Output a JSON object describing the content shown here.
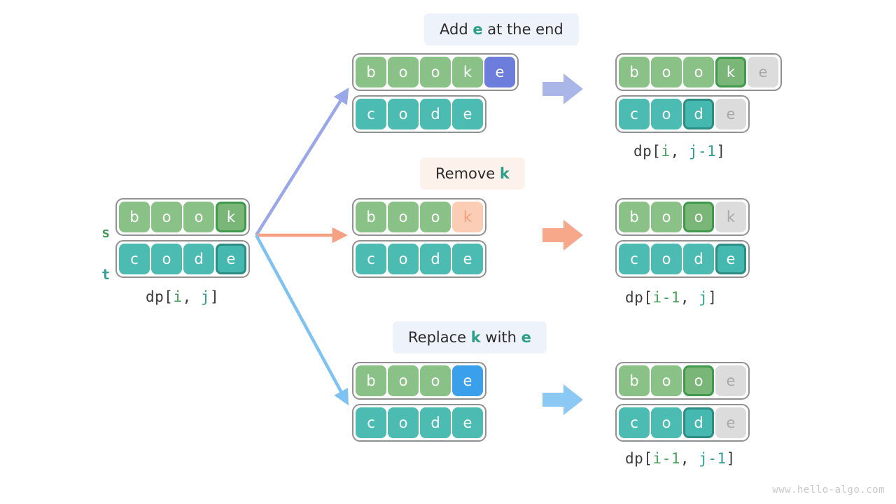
{
  "watermark": "www.hello-algo.com",
  "colors": {
    "green": "#8ac186",
    "green_highlight_border": "#3f9a4e",
    "teal": "#4cbbb2",
    "teal_highlight_border": "#2d8d84",
    "grey": "#dcdcdc",
    "indigo": "#6c7ddb",
    "blue": "#3ba0ec",
    "salmon": "#fbcdb5",
    "arrow_purple": "#9aa7e8",
    "arrow_salmon": "#f5a183",
    "arrow_blue": "#7dc2f2",
    "accent_green_text": "#46a05a",
    "accent_teal_text": "#2e9e93"
  },
  "source": {
    "label_s": "s",
    "label_t": "t",
    "equals": "=",
    "row_s": [
      {
        "char": "b",
        "style": "green"
      },
      {
        "char": "o",
        "style": "green"
      },
      {
        "char": "o",
        "style": "green"
      },
      {
        "char": "k",
        "style": "green-hl"
      }
    ],
    "row_t": [
      {
        "char": "c",
        "style": "teal"
      },
      {
        "char": "o",
        "style": "teal"
      },
      {
        "char": "d",
        "style": "teal"
      },
      {
        "char": "e",
        "style": "teal-hl"
      }
    ],
    "caption": {
      "prefix": "dp[",
      "i": "i",
      "sep": ", ",
      "j": "j",
      "suffix": "]"
    }
  },
  "branches": [
    {
      "id": "insert",
      "operation": {
        "before": "Add ",
        "hl1": "e",
        "middle": " at the end",
        "hl2": "",
        "after": ""
      },
      "operation_text": "Add e at the end",
      "pill_style": "bluebg",
      "arrow_color": "#9aa7e8",
      "block_arrow_color": "#aab6e8",
      "mid_row_s": [
        {
          "char": "b",
          "style": "green"
        },
        {
          "char": "o",
          "style": "green"
        },
        {
          "char": "o",
          "style": "green"
        },
        {
          "char": "k",
          "style": "green"
        },
        {
          "char": "e",
          "style": "indigo"
        }
      ],
      "mid_row_t": [
        {
          "char": "c",
          "style": "teal"
        },
        {
          "char": "o",
          "style": "teal"
        },
        {
          "char": "d",
          "style": "teal"
        },
        {
          "char": "e",
          "style": "teal"
        }
      ],
      "res_row_s": [
        {
          "char": "b",
          "style": "green"
        },
        {
          "char": "o",
          "style": "green"
        },
        {
          "char": "o",
          "style": "green"
        },
        {
          "char": "k",
          "style": "green-hl"
        },
        {
          "char": "e",
          "style": "grey"
        }
      ],
      "res_row_t": [
        {
          "char": "c",
          "style": "teal"
        },
        {
          "char": "o",
          "style": "teal"
        },
        {
          "char": "d",
          "style": "teal-hl"
        },
        {
          "char": "e",
          "style": "grey"
        }
      ],
      "caption": {
        "prefix": "dp[",
        "i": "i",
        "sep": ", ",
        "j": "j-1",
        "suffix": "]"
      }
    },
    {
      "id": "delete",
      "operation": {
        "before": "Remove ",
        "hl1": "k",
        "middle": "",
        "hl2": "",
        "after": ""
      },
      "operation_text": "Remove k",
      "pill_style": "peachbg",
      "arrow_color": "#f5a183",
      "block_arrow_color": "#f7a88b",
      "mid_row_s": [
        {
          "char": "b",
          "style": "green"
        },
        {
          "char": "o",
          "style": "green"
        },
        {
          "char": "o",
          "style": "green"
        },
        {
          "char": "k",
          "style": "salmon"
        }
      ],
      "mid_row_t": [
        {
          "char": "c",
          "style": "teal"
        },
        {
          "char": "o",
          "style": "teal"
        },
        {
          "char": "d",
          "style": "teal"
        },
        {
          "char": "e",
          "style": "teal"
        }
      ],
      "res_row_s": [
        {
          "char": "b",
          "style": "green"
        },
        {
          "char": "o",
          "style": "green"
        },
        {
          "char": "o",
          "style": "green-hl"
        },
        {
          "char": "k",
          "style": "grey"
        }
      ],
      "res_row_t": [
        {
          "char": "c",
          "style": "teal"
        },
        {
          "char": "o",
          "style": "teal"
        },
        {
          "char": "d",
          "style": "teal"
        },
        {
          "char": "e",
          "style": "teal-hl"
        }
      ],
      "caption": {
        "prefix": "dp[",
        "i": "i-1",
        "sep": ", ",
        "j": "j",
        "suffix": "]"
      }
    },
    {
      "id": "replace",
      "operation": {
        "before": "Replace ",
        "hl1": "k",
        "middle": " with ",
        "hl2": "e",
        "after": ""
      },
      "operation_text": "Replace k with e",
      "pill_style": "bluebg",
      "arrow_color": "#7dc2f2",
      "block_arrow_color": "#8cc8f4",
      "mid_row_s": [
        {
          "char": "b",
          "style": "green"
        },
        {
          "char": "o",
          "style": "green"
        },
        {
          "char": "o",
          "style": "green"
        },
        {
          "char": "e",
          "style": "blue"
        }
      ],
      "mid_row_t": [
        {
          "char": "c",
          "style": "teal"
        },
        {
          "char": "o",
          "style": "teal"
        },
        {
          "char": "d",
          "style": "teal"
        },
        {
          "char": "e",
          "style": "teal"
        }
      ],
      "res_row_s": [
        {
          "char": "b",
          "style": "green"
        },
        {
          "char": "o",
          "style": "green"
        },
        {
          "char": "o",
          "style": "green-hl"
        },
        {
          "char": "e",
          "style": "grey"
        }
      ],
      "res_row_t": [
        {
          "char": "c",
          "style": "teal"
        },
        {
          "char": "o",
          "style": "teal"
        },
        {
          "char": "d",
          "style": "teal-hl"
        },
        {
          "char": "e",
          "style": "grey"
        }
      ],
      "caption": {
        "prefix": "dp[",
        "i": "i-1",
        "sep": ", ",
        "j": "j-1",
        "suffix": "]"
      }
    }
  ]
}
